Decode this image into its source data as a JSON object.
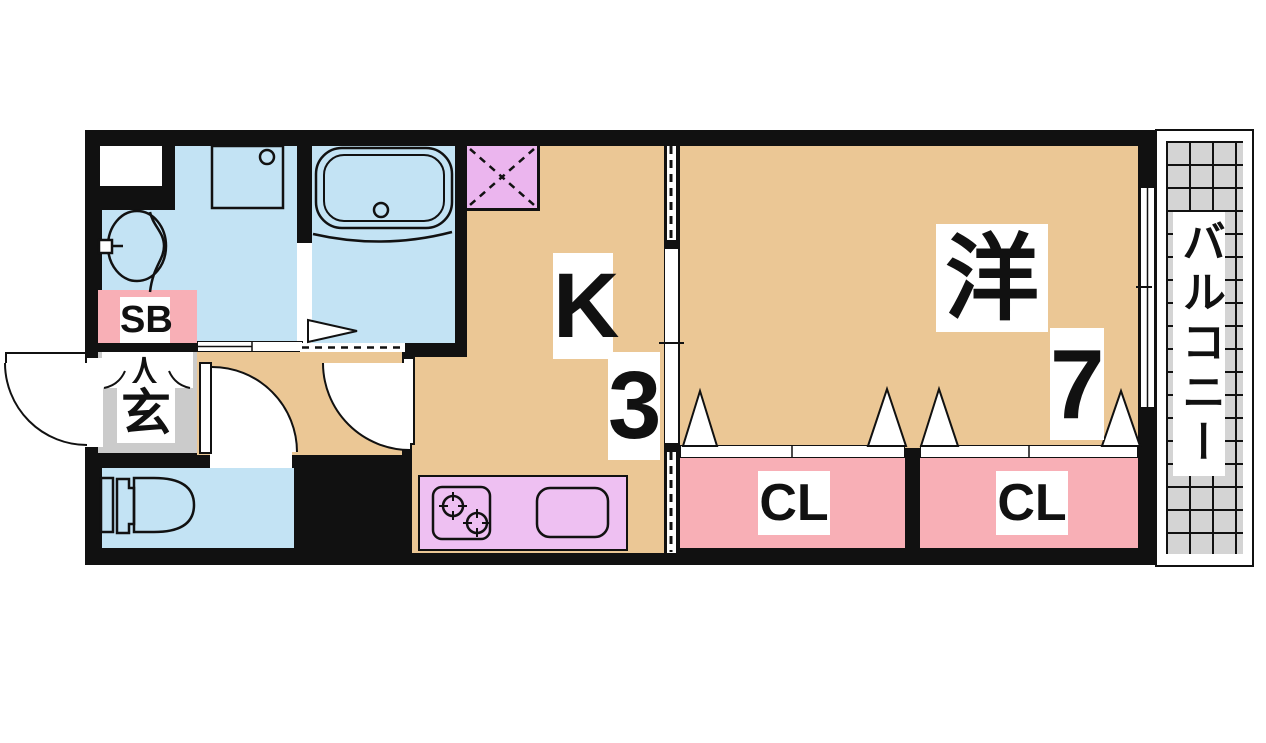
{
  "plan_type": "apartment-floor-plan-1K",
  "rooms": {
    "kitchen": {
      "label": "K",
      "size": "3"
    },
    "western_room": {
      "label": "洋",
      "size": "7"
    },
    "closet_left": {
      "label": "CL"
    },
    "closet_right": {
      "label": "CL"
    },
    "shoe_box": {
      "label": "SB"
    },
    "entrance": {
      "label": "玄"
    },
    "balcony": {
      "label": "バルコニー"
    }
  },
  "fixtures": [
    "bathtub",
    "washbasin",
    "washing-machine-pan",
    "toilet",
    "gas-stove-2-burner",
    "kitchen-sink",
    "refrigerator-space",
    "sliding-partition-door",
    "folding-closet-doors",
    "balcony-sliding-window"
  ],
  "colors": {
    "wall": "#111111",
    "floor_tan": "#EBC795",
    "wet_blue": "#C3E3F4",
    "closet_pink": "#F8AFB6",
    "counter_purple": "#EEC0F2",
    "fridge_purple": "#EBB5EE",
    "genkan_gray": "#CBCBCB",
    "balcony_gray": "#D4D4D4",
    "white": "#FFFFFF"
  }
}
